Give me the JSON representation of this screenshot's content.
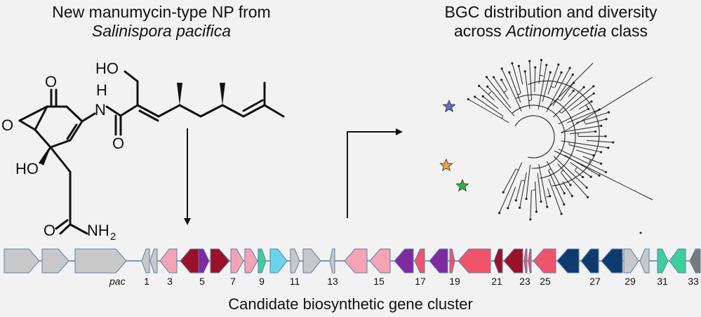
{
  "left_panel": {
    "title_line1": "New manumycin-type NP from",
    "title_line2": "Salinispora pacifica",
    "structure_labels": {
      "ketone_o": "O",
      "amide_h": "H",
      "amide_n": "N",
      "hydroxymethyl": "HO",
      "epoxide_o": "O",
      "amide_carbonyl_o": "O",
      "tertiary_ho": "HO",
      "terminal_amide_o": "O",
      "terminal_amide_n": "NH",
      "terminal_amide_sub": "2"
    }
  },
  "right_panel": {
    "title_line1": "BGC distribution and diversity",
    "title_line2_prefix": "across ",
    "title_line2_italic": "Actinomycetia",
    "title_line2_suffix": " class",
    "star_colors": [
      "#5b6fc4",
      "#f0a040",
      "#2eb04a"
    ]
  },
  "gene_cluster": {
    "caption": "Candidate biosynthetic gene cluster",
    "pac_label": "pac",
    "gene_numbers": [
      "1",
      "3",
      "5",
      "7",
      "9",
      "11",
      "13",
      "15",
      "17",
      "19",
      "21",
      "23",
      "25",
      "27",
      "29",
      "31",
      "33"
    ],
    "genes": [
      {
        "dir": "R",
        "color": "#c8c8c8"
      },
      {
        "dir": "R",
        "color": "#c8c8c8"
      },
      {
        "dir": "R",
        "color": "#c8c8c8"
      },
      {
        "dir": "L",
        "color": "#c8c8c8"
      },
      {
        "dir": "L",
        "color": "#c8c8c8"
      },
      {
        "dir": "L",
        "color": "#f4a3b4"
      },
      {
        "dir": "L",
        "color": "#9c1028"
      },
      {
        "dir": "R",
        "color": "#7f2aa0"
      },
      {
        "dir": "R",
        "color": "#9c1028"
      },
      {
        "dir": "R",
        "color": "#f4a3b4"
      },
      {
        "dir": "R",
        "color": "#f4a3b4"
      },
      {
        "dir": "R",
        "color": "#3ccf9a"
      },
      {
        "dir": "R",
        "color": "#6ad4ea"
      },
      {
        "dir": "R",
        "color": "#c8c8c8"
      },
      {
        "dir": "R",
        "color": "#c8c8c8"
      },
      {
        "dir": "L",
        "color": "#c8c8c8"
      },
      {
        "dir": "L",
        "color": "#f4a3b4"
      },
      {
        "dir": "L",
        "color": "#f4a3b4"
      },
      {
        "dir": "L",
        "color": "#7f2aa0"
      },
      {
        "dir": "L",
        "color": "#f0546a"
      },
      {
        "dir": "L",
        "color": "#7f2aa0"
      },
      {
        "dir": "R",
        "color": "#f0546a"
      },
      {
        "dir": "L",
        "color": "#f0546a"
      },
      {
        "dir": "L",
        "color": "#9c1028"
      },
      {
        "dir": "L",
        "color": "#9c1028"
      },
      {
        "dir": "L",
        "color": "#f0546a"
      },
      {
        "dir": "L",
        "color": "#f0546a"
      },
      {
        "dir": "L",
        "color": "#f0546a"
      },
      {
        "dir": "L",
        "color": "#0f3a6e"
      },
      {
        "dir": "L",
        "color": "#0f3a6e"
      },
      {
        "dir": "L",
        "color": "#0f3a6e"
      },
      {
        "dir": "R",
        "color": "#c8c8c8"
      },
      {
        "dir": "L",
        "color": "#c8c8c8"
      },
      {
        "dir": "R",
        "color": "#3ccf9a"
      },
      {
        "dir": "L",
        "color": "#3ccf9a"
      },
      {
        "dir": "L",
        "color": "#7a7a7a"
      }
    ]
  }
}
